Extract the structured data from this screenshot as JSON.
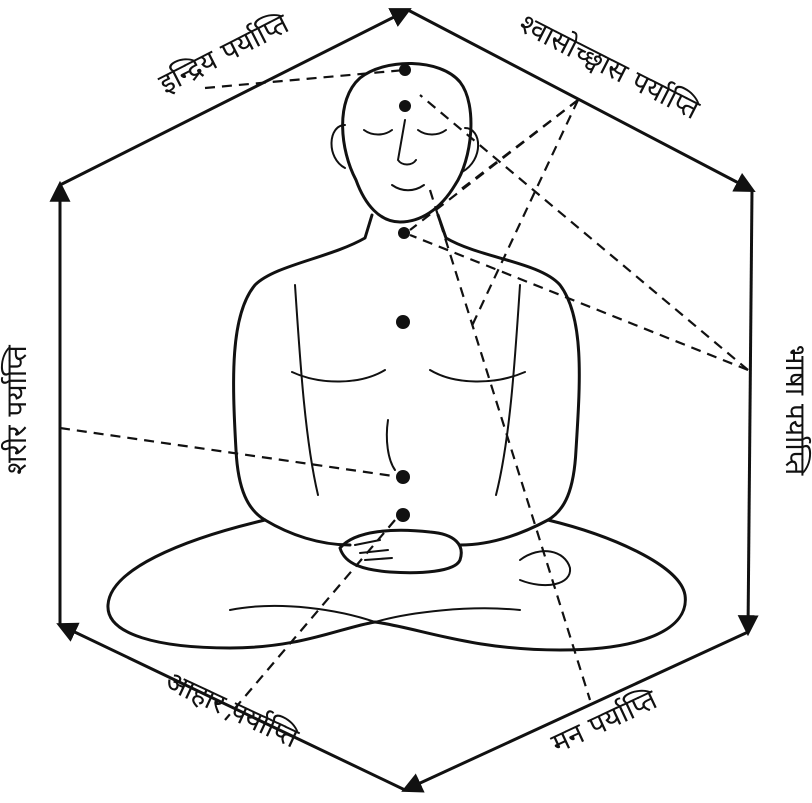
{
  "diagram": {
    "labels": {
      "top_left": "इन्द्रिय पर्याप्ति",
      "top_right": "श्वासोच्छ्वास पर्याप्ति",
      "right": "भाषा पर्याप्ति",
      "bottom_right": "मन पर्याप्ति",
      "bottom_left": "आहार पर्याप्ति",
      "left": "शरीर पर्याप्ति"
    },
    "figure": "seated meditating figure in lotus posture",
    "line_color": "#111111"
  }
}
